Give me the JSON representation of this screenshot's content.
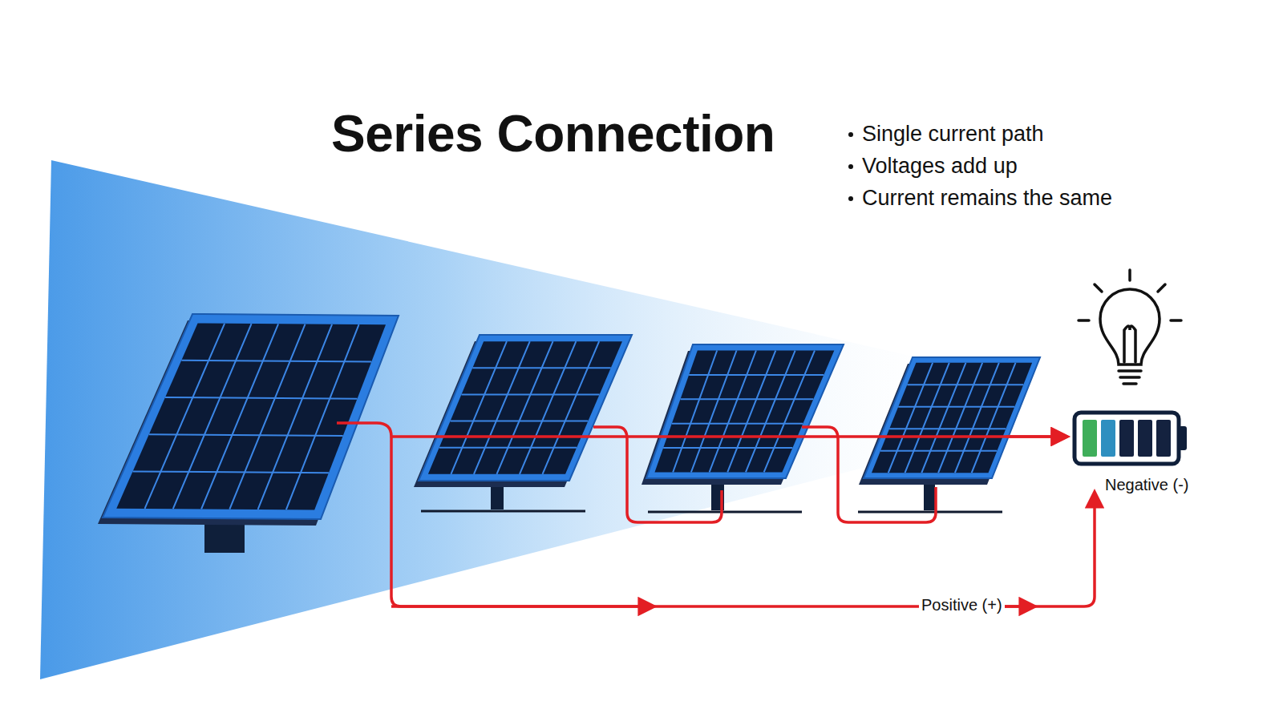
{
  "diagram": {
    "title": "Series Connection",
    "labels": [
      "Single current path",
      "Voltages add up",
      "Current remains the same",
      "Positive (+)",
      "Negative (-)"
    ]
  }
}
